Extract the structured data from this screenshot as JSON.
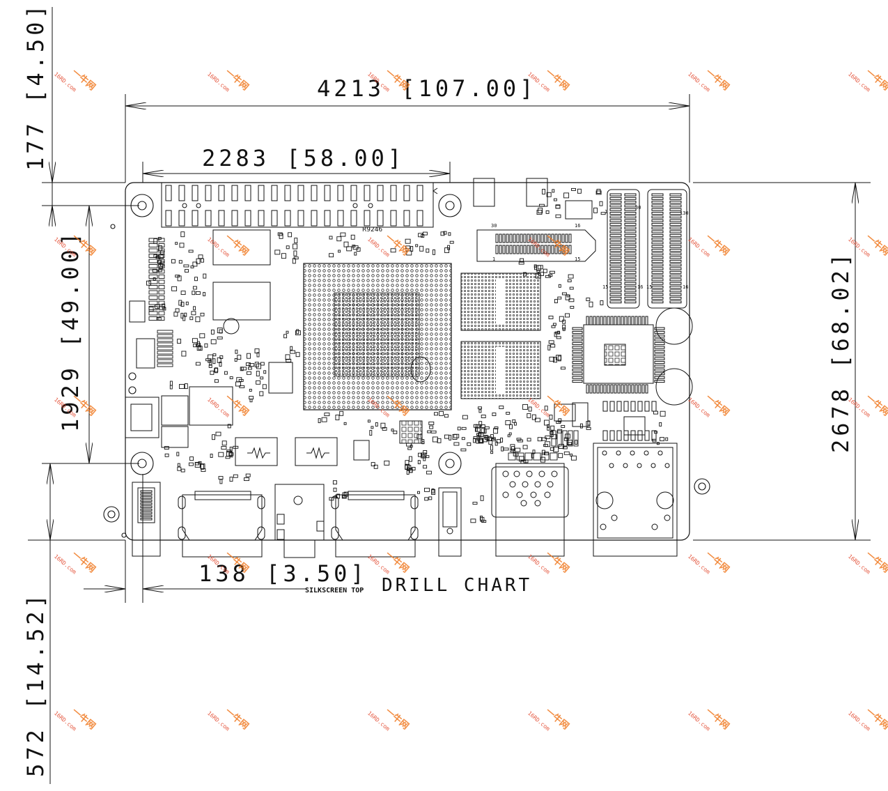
{
  "dimensions": {
    "overall_width": "4213 [107.00]",
    "header_width": "2283 [58.00]",
    "top_offset": "177 [4.50]",
    "hole_spacing_left": "1929 [49.00]",
    "overall_height": "2678 [68.02]",
    "bottom_hole_offset": "138 [3.50]",
    "bottom_extension": "572 [14.52]"
  },
  "labels": {
    "silkscreen": "SILKSCREEN TOP",
    "drill_chart": "DRILL CHART",
    "ref_r9246": "R9246"
  },
  "connector_pins": {
    "fpc_left_end": "30",
    "fpc_right_end": "16",
    "fpc_bottom_start": "1",
    "fpc_bottom_mark": "15",
    "dual_row_right_top": "130",
    "dual_row_marks_a": "15",
    "dual_row_marks_b": "16",
    "dual_row_marks_c": "30",
    "dual_row_marks_d": "1",
    "dual_row_marks_e": "15",
    "dual_row_marks_f": "16"
  },
  "watermark": {
    "brand": "一牛网",
    "domain": "16RD.com",
    "accent_color": "#f07a22",
    "secondary_color": "#e03a1e"
  },
  "colors": {
    "line": "#111111",
    "background": "#ffffff"
  }
}
